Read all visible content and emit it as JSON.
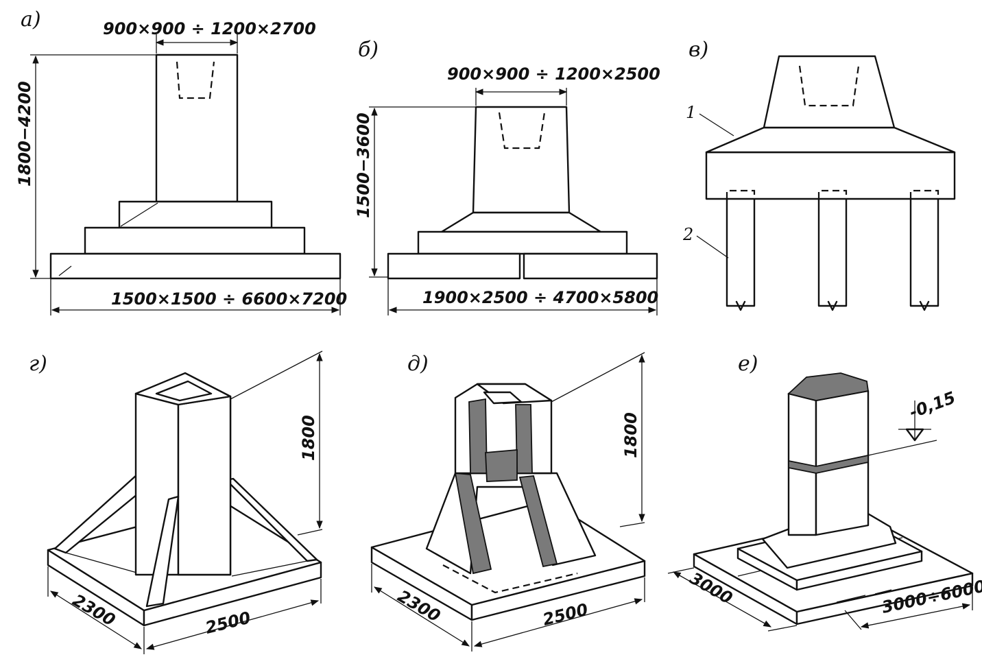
{
  "panels": {
    "a": {
      "letter": "а)",
      "top_dim": "900×900 ÷ 1200×2700",
      "height_dim": "1800−4200",
      "base_dim": "1500×1500 ÷ 6600×7200"
    },
    "b": {
      "letter": "б)",
      "top_dim": "900×900 ÷ 1200×2500",
      "height_dim": "1500−3600",
      "base_dim": "1900×2500 ÷ 4700×5800"
    },
    "v": {
      "letter": "в)",
      "callout_1": "1",
      "callout_2": "2"
    },
    "g": {
      "letter": "г)",
      "height_dim": "1800",
      "width_dim": "2300",
      "length_dim": "2500"
    },
    "d": {
      "letter": "д)",
      "height_dim": "1800",
      "width_dim": "2300",
      "length_dim": "2500"
    },
    "e": {
      "letter": "е)",
      "level_mark": "-0,15",
      "width_dim": "3000",
      "length_dim": "3000÷6000"
    }
  }
}
